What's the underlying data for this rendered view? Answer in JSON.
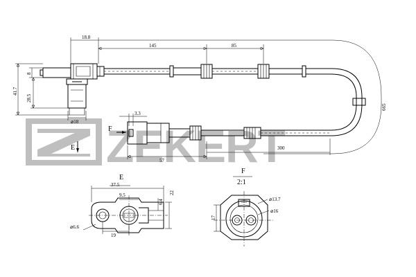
{
  "brand": {
    "wordmark": "ZEKERT",
    "watermark_color": "#bfbfbf"
  },
  "dimensions": {
    "d_18_8": "18.8",
    "d_145": "145",
    "d_85": "85",
    "d_665": "665",
    "d_41_7": "41.7",
    "d_8": "8",
    "d_28_5": "28.5",
    "d_dia18": "⌀18",
    "d_3_3": "3.3",
    "d_57": "57",
    "d_300": "300",
    "e_37_5": "37.5",
    "e_9_5": "9.5",
    "e_6_4": "6.4",
    "e_22": "22",
    "e_dia6_6": "⌀6.6",
    "e_19": "19",
    "f_dia13_7": "⌀13.7",
    "f_dia16": "⌀16",
    "f_17": "17"
  },
  "labels": {
    "view_e_arrow": "E",
    "view_f_arrow": "F",
    "view_e_title": "E",
    "view_f_title": "F",
    "view_f_scale": "2:1"
  }
}
